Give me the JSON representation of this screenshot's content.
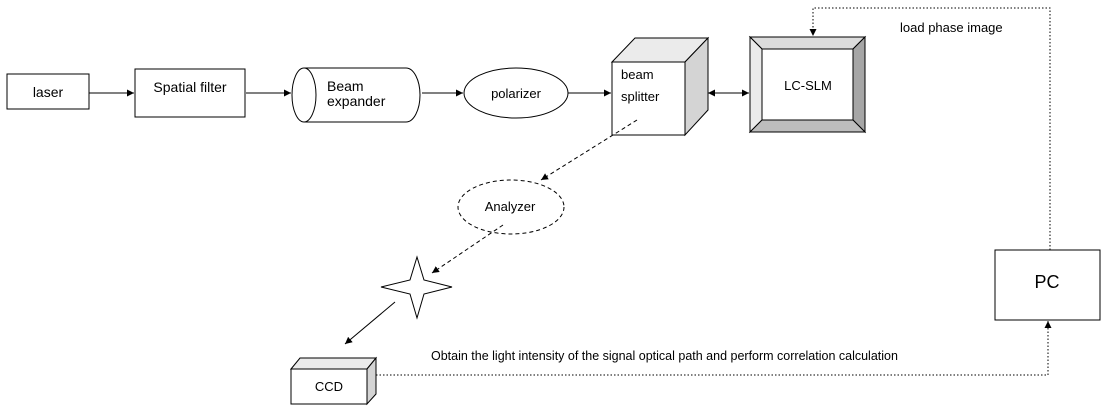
{
  "components": {
    "laser": "laser",
    "spatial_filter": "Spatial filter",
    "beam_expander_line1": "Beam",
    "beam_expander_line2": "expander",
    "polarizer": "polarizer",
    "beam_splitter_line1": "beam",
    "beam_splitter_line2": "splitter",
    "lc_slm": "LC-SLM",
    "analyzer": "Analyzer",
    "ccd": "CCD",
    "pc": "PC"
  },
  "annotations": {
    "load_phase_image": "load phase image",
    "correlation_note": "Obtain the light intensity of the signal optical path and perform correlation calculation"
  },
  "colors": {
    "stroke": "#000000",
    "face": "#ffffff",
    "side_shade": "#d4d4d4",
    "top_shade": "#ebebeb",
    "bevel_dark": "#a6a6a6",
    "bevel_light": "#dcdcdc"
  }
}
